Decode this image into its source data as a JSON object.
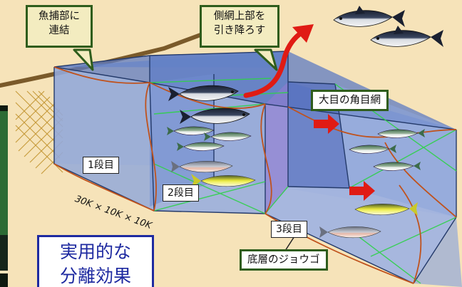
{
  "callouts": {
    "connect": [
      "魚捕部に",
      "連結"
    ],
    "lower": [
      "側網上部を",
      "引き降ろす"
    ]
  },
  "labels": {
    "large_mesh": "大目の角目網",
    "stage1": "1段目",
    "stage2": "2段目",
    "stage3": "3段目",
    "bottom_funnel": "底層のジョウゴ",
    "size": "30K × 10K × 10K",
    "practical": [
      "実用的な",
      "分離効果"
    ]
  },
  "colors": {
    "background": "#f6e3b9",
    "net_blue": "#8aa6d6",
    "rope_brown": "#7a5a2a",
    "arrow_red": "#e01b14",
    "callout_border": "#2f5d1c",
    "practical_blue": "#1e2aa0"
  },
  "icons": [
    "tuna-icon",
    "mackerel-icon",
    "yellowtail-icon",
    "salmon-icon",
    "net-mesh-icon"
  ]
}
